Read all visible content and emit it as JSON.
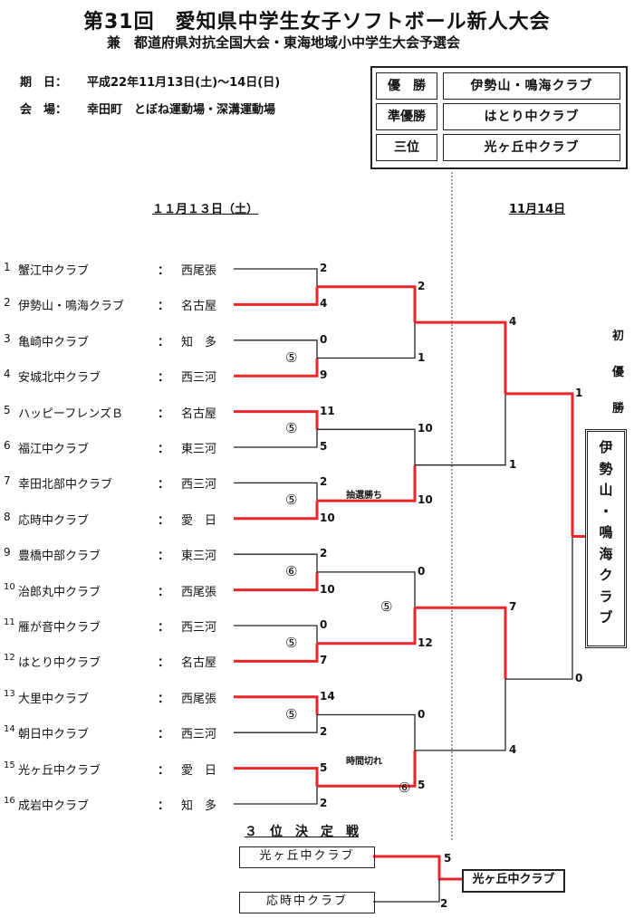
{
  "header": {
    "title": "第31回　愛知県中学生女子ソフトボール新人大会",
    "subtitle": "兼　都道府県対抗全国大会・東海地域小中学生大会予選会",
    "date_label": "期　日：",
    "date_value": "平成22年11月13日(土)～14日(日)",
    "venue_label": "会　場：",
    "venue_value": "幸田町　とぼね運動場・深溝運動場"
  },
  "results": [
    {
      "label": "優　勝",
      "value": "伊勢山・鳴海クラブ"
    },
    {
      "label": "準優勝",
      "value": "はとり中クラブ"
    },
    {
      "label": "三位",
      "value": "光ヶ丘中クラブ"
    }
  ],
  "dates": {
    "day1": "１１月１３日（土）",
    "day2": "11月14日"
  },
  "teams": [
    {
      "no": "1",
      "name": "蟹江中クラブ",
      "region": "西尾張"
    },
    {
      "no": "2",
      "name": "伊勢山・鳴海クラブ",
      "region": "名古屋"
    },
    {
      "no": "3",
      "name": "亀崎中クラブ",
      "region": "知　多"
    },
    {
      "no": "4",
      "name": "安城北中クラブ",
      "region": "西三河"
    },
    {
      "no": "5",
      "name": "ハッピーフレンズＢ",
      "region": "名古屋"
    },
    {
      "no": "6",
      "name": "福江中クラブ",
      "region": "東三河"
    },
    {
      "no": "7",
      "name": "幸田北部中クラブ",
      "region": "西三河"
    },
    {
      "no": "8",
      "name": "応時中クラブ",
      "region": "愛　日"
    },
    {
      "no": "9",
      "name": "豊橋中部クラブ",
      "region": "東三河"
    },
    {
      "no": "10",
      "name": "治郎丸中クラブ",
      "region": "西尾張"
    },
    {
      "no": "11",
      "name": "雁が音中クラブ",
      "region": "西三河"
    },
    {
      "no": "12",
      "name": "はとり中クラブ",
      "region": "名古屋"
    },
    {
      "no": "13",
      "name": "大里中クラブ",
      "region": "西尾張"
    },
    {
      "no": "14",
      "name": "朝日中クラブ",
      "region": "西三河"
    },
    {
      "no": "15",
      "name": "光ヶ丘中クラブ",
      "region": "愛　日"
    },
    {
      "no": "16",
      "name": "成岩中クラブ",
      "region": "知　多"
    }
  ],
  "colon": "：",
  "round1_scores": [
    "2",
    "4",
    "0",
    "9",
    "11",
    "5",
    "2",
    "10",
    "2",
    "10",
    "0",
    "7",
    "14",
    "2",
    "5",
    "2"
  ],
  "round2_scores": [
    "2",
    "1",
    "10",
    "10",
    "0",
    "12",
    "0",
    "5"
  ],
  "semi_scores": [
    "4",
    "1",
    "7",
    "4"
  ],
  "final_scores": [
    "1",
    "0"
  ],
  "innings": [
    "⑤",
    "⑤",
    "⑤",
    "⑥",
    "⑤",
    "⑤",
    "⑤",
    "⑥"
  ],
  "notes": {
    "lottery": "抽選勝ち",
    "time_up": "時間切れ"
  },
  "champion_label": [
    "初",
    "優",
    "勝"
  ],
  "champion_name": [
    "伊",
    "勢",
    "山",
    "・",
    "鳴",
    "海",
    "ク",
    "ラ",
    "ブ"
  ],
  "third_place": {
    "title": "３　位　決　定　戦",
    "team_a": "光ヶ丘中クラブ",
    "team_b": "応時中クラブ",
    "score_a": "5",
    "score_b": "2",
    "winner": "光ヶ丘中クラブ"
  },
  "colors": {
    "win": "#e8262b",
    "line": "#222222"
  }
}
